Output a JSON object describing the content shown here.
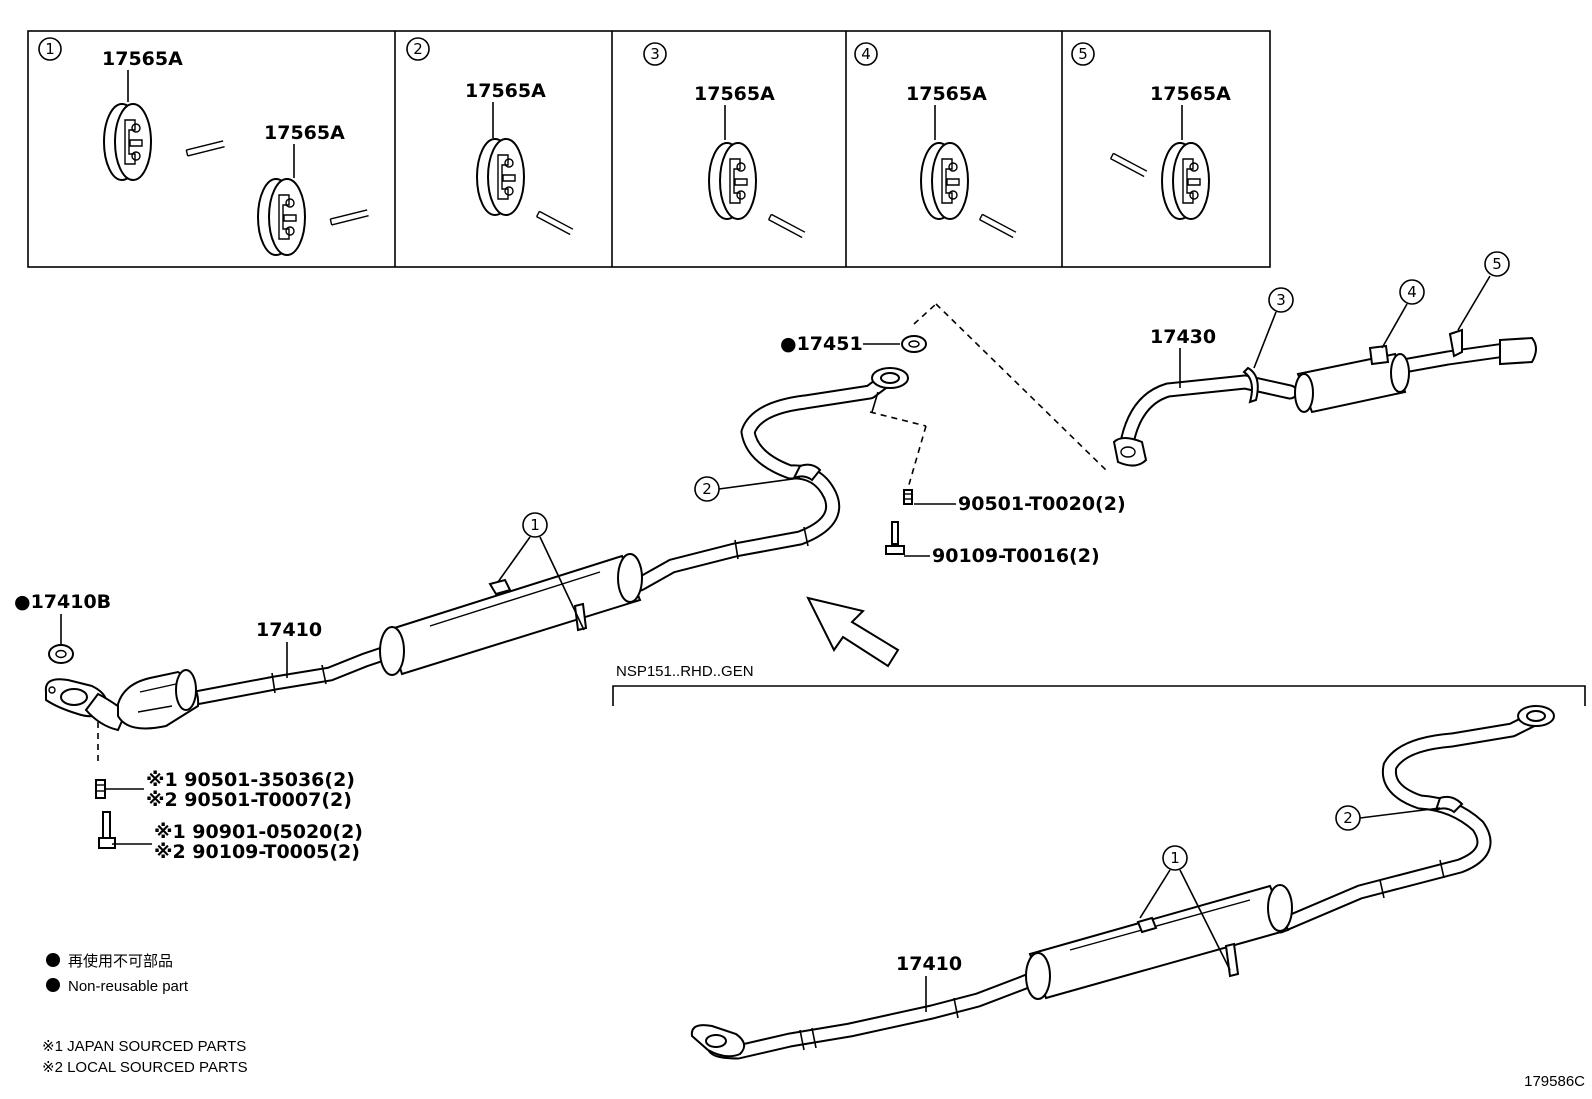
{
  "insets": [
    {
      "num": "1",
      "labels": [
        "17565A",
        "17565A"
      ]
    },
    {
      "num": "2",
      "labels": [
        "17565A"
      ]
    },
    {
      "num": "3",
      "labels": [
        "17565A"
      ]
    },
    {
      "num": "4",
      "labels": [
        "17565A"
      ]
    },
    {
      "num": "5",
      "labels": [
        "17565A"
      ]
    }
  ],
  "parts": {
    "gasket_rear": "●17451",
    "tail_pipe": "17430",
    "nut_rear": "90501-T0020(2)",
    "bolt_rear": "90109-T0016(2)",
    "gasket_front": "●17410B",
    "front_pipe": "17410",
    "front_pipe_variant": "17410",
    "nut_front_1": "※1 90501-35036(2)",
    "nut_front_2": "※2 90501-T0007(2)",
    "bolt_front_1": "※1 90901-05020(2)",
    "bolt_front_2": "※2 90109-T0005(2)"
  },
  "callouts": {
    "c1": "1",
    "c2": "2",
    "c3": "3",
    "c4": "4",
    "c5": "5"
  },
  "variant_label": "NSP151..RHD..GEN",
  "legend": {
    "non_reusable_jp": "再使用不可部品",
    "non_reusable_en": "Non-reusable part",
    "note1": "※1  JAPAN SOURCED PARTS",
    "note2": "※2  LOCAL SOURCED PARTS"
  },
  "diagram_id": "179586C"
}
